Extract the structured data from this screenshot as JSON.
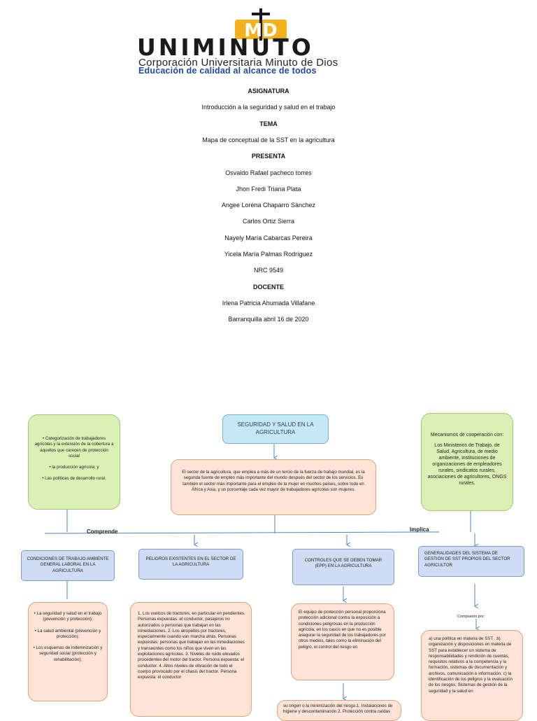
{
  "logo": {
    "mark": "MD",
    "name": "UNIMINUTO",
    "subtitle": "Corporación Universitaria Minuto de Dios",
    "tagline": "Educación de calidad al alcance de todos",
    "colors": {
      "gold": "#f2b21b",
      "blue": "#1e4aa3",
      "dark": "#1a1a1a"
    }
  },
  "cover": {
    "lines": [
      {
        "text": "ASIGNATURA",
        "bold": true
      },
      {
        "text": "Introducción a la seguridad y salud en el trabajo",
        "bold": false
      },
      {
        "text": "TEMA",
        "bold": true
      },
      {
        "text": "Mapa de conceptual de la SST en la agricultura",
        "bold": false
      },
      {
        "text": "PRESENTA",
        "bold": true
      },
      {
        "text": "Osvaldo Rafael pacheco torres",
        "bold": false
      },
      {
        "text": "Jhon Fredi Triana Plata",
        "bold": false
      },
      {
        "text": "Angee Lorena Chaparro Sánchez",
        "bold": false
      },
      {
        "text": "Carlos Ortiz Sierra",
        "bold": false
      },
      {
        "text": "Nayely María Cabarcas Pereira",
        "bold": false
      },
      {
        "text": "Yicela María Palmas Rodríguez",
        "bold": false
      },
      {
        "text": "NRC 9549",
        "bold": false
      },
      {
        "text": "DOCENTE",
        "bold": true
      },
      {
        "text": "Irlena Patricia Ahumada Villafane",
        "bold": false
      },
      {
        "text": "Barranquilla abril 16 de  2020",
        "bold": false
      }
    ]
  },
  "map": {
    "title": "SEGURIDAD Y SALUD EN LA AGRICULTURA",
    "intro": "El sector de la agricultura, que emplea a más de un tercio de la fuerza de trabajo mundial, es la segunda fuente de empleo más importante del mundo después del sector de los servicios. Es también el sector más importante para el empleo de la mujer en muchos países, sobre todo en África y Asia, y un porcentaje cada vez mayor de trabajadores agrícolas son mujeres.",
    "left_top": [
      "Categorización de trabajadores agrícolas y la extensión de la cobertura a aquellos que carecen de protección social",
      "la producción agrícola; y",
      "Las políticas de desarrollo rural."
    ],
    "right_top": {
      "title": "Mecanismos de cooperación con:",
      "body": "Los Ministerios de Trabajo, de Salud, Agricultura, de medio ambiente, instituciones de organizaciones de empleadores rurales, sindicatos rurales, asociaciones de agricultores, ONGS rurales."
    },
    "label_left": "Comprende",
    "label_right": "Implica",
    "label_compuesto": "Compuesto por:",
    "categories": [
      "CONDICIONES DE TRABAJO AMBIENTE GENERAL LABORAL EN LA AGRICULTURA",
      "PELIGROS EXISTENTES EN EL SECTOR DE LA AGRICULTURA",
      "CONTROLES QUE SE DEBEN TOMAR (EPP) EN LA AGRICULTURA",
      "GENERALIDADES DEL SISTEMA DE GESTIÓN DE SST PROPIOS DEL SECTOR AGRICULTOR"
    ],
    "cond_items": [
      "La seguridad y salud en el trabajo (prevención y protección);",
      "La salud ambiental (prevención y protección);",
      "Los esquemas de indemnización y seguridad social (protección y rehabilitación);"
    ],
    "peligros": "1. Los vuelcos de tractores, en particular en pendientes. Personas expuestas: el conductor, pasajeros no autorizados o personas que trabajan en las inmediaciones. 2. Los atropellos por tractores, especialmente cuando van marcha atrás. Personas expuestas: personas que trabajan en las inmediaciones y transeúntes como los niños que viven en las explotaciones agrícolas. 3. Niveles de ruido elevados procedentes del motor del tractor. Persona expuesta: el conductor. 4. Altos niveles de vibración de todo el cuerpo provocado por el chasis del tractor. Persona expuesta: el conductor",
    "controles": "El equipo de protección personal proporciona protección adicional contra la exposición a condiciones peligrosas en la producción agrícola, en los casos en que no es posible asegurar la seguridad de los trabajadores por otros medios, tales como la eliminación del peligro, el control del riesgo en",
    "origen": "su origen o la minimización del riesgo.1. Instalaciones de higiene y descontaminación 2. Protección contra caídas",
    "generalidades": "a) una política en materia de SST . b) organización y disposiciones en materia de SST para establecer un sistema de responsabilidades y rendición de cuentas, requisitos relativos a la competencia y la formación, sistemas de documentación y archivos, comunicación e información, c) la identificación de los peligros y la evaluación de los riesgos; Sistemas de gestión de la seguridad y la salud en"
  }
}
